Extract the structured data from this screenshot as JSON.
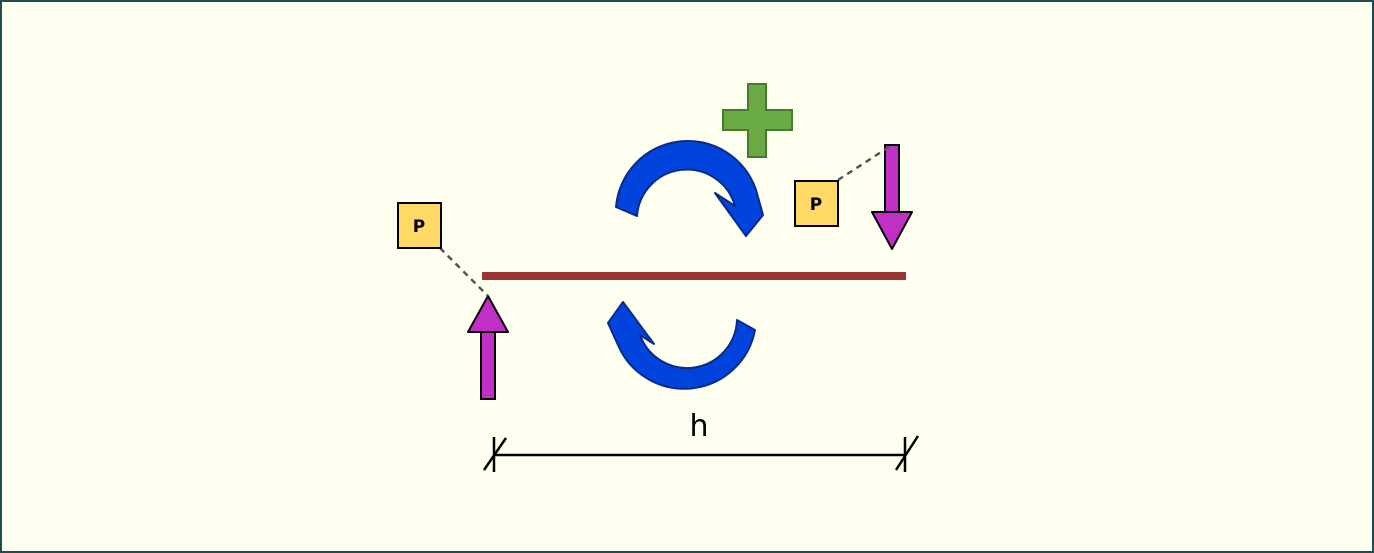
{
  "diagram": {
    "left_force_label": "P",
    "right_force_label": "P",
    "distance_label": "h",
    "colors": {
      "background": "#fffff0",
      "border": "#1e4d4d",
      "beam": "#9b3434",
      "force_arrow": "#c12fc6",
      "moment_arrow": "#0044dd",
      "plus_sign": "#6aaa45",
      "label_box": "#ffd966"
    },
    "icons": {
      "plus": "plus-icon",
      "clockwise": "clockwise-moment-icon",
      "counterclockwise": "counterclockwise-moment-icon"
    }
  }
}
